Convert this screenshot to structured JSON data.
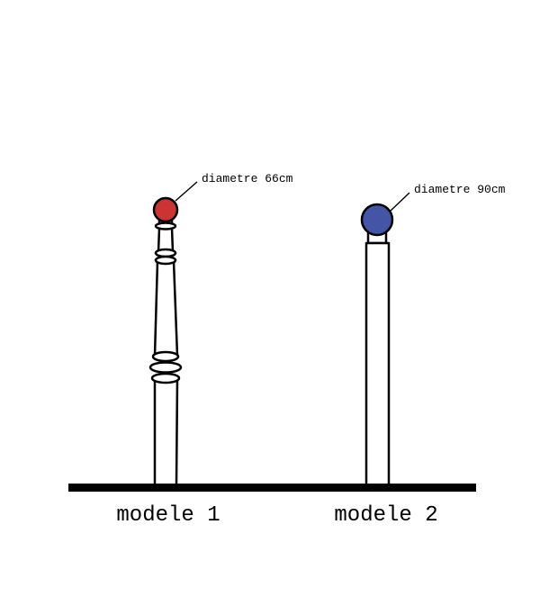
{
  "models": [
    {
      "label": "modele 1",
      "ball_annotation": "diametre 66cm",
      "ball_color": "#cc3333"
    },
    {
      "label": "modele 2",
      "ball_annotation": "diametre 90cm",
      "ball_color": "#4455a5"
    }
  ],
  "colors": {
    "outline": "#000000",
    "ground": "#000000",
    "background": "#ffffff"
  }
}
